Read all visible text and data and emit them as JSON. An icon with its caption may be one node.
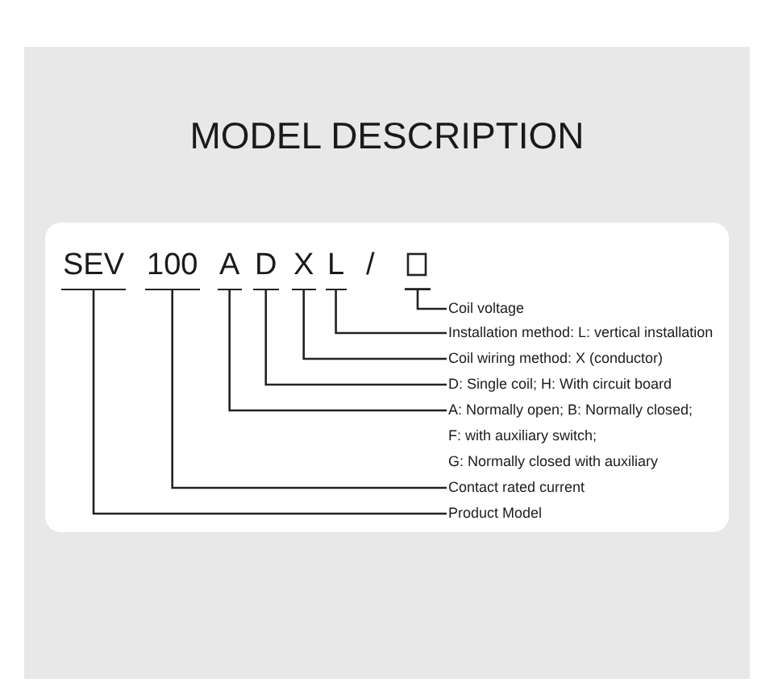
{
  "diagram": {
    "title": "MODEL DESCRIPTION",
    "nodes": [
      {
        "text": [
          "SEV"
        ]
      },
      {
        "text": [
          "100"
        ]
      },
      {
        "text": [
          "A"
        ]
      },
      {
        "text": [
          "D"
        ]
      },
      {
        "text": [
          "X"
        ]
      },
      {
        "text": [
          "L"
        ]
      },
      {
        "text": [],
        "shape": "box"
      },
      {
        "text": [
          "Coil voltage"
        ]
      },
      {
        "text": [
          "Installation method: L: vertical installation"
        ]
      },
      {
        "text": [
          "Coil wiring method: X (conductor)"
        ]
      },
      {
        "text": [
          "D: Single coil; H: With circuit board"
        ]
      },
      {
        "text": [
          "A: Normally open; B: Normally closed;",
          "F: with auxiliary switch;",
          "G: Normally closed with auxiliary"
        ]
      },
      {
        "text": [
          "Contact rated current"
        ]
      },
      {
        "text": [
          "Product Model"
        ]
      }
    ],
    "edges": [
      {
        "from": 0,
        "to": 13,
        "arrow": "none"
      },
      {
        "from": 1,
        "to": 12,
        "arrow": "none"
      },
      {
        "from": 2,
        "to": 11,
        "arrow": "none"
      },
      {
        "from": 3,
        "to": 10,
        "arrow": "none"
      },
      {
        "from": 4,
        "to": 9,
        "arrow": "none"
      },
      {
        "from": 5,
        "to": 8,
        "arrow": "none"
      },
      {
        "from": 6,
        "to": 7,
        "arrow": "none"
      }
    ],
    "labels": [
      "/"
    ]
  }
}
